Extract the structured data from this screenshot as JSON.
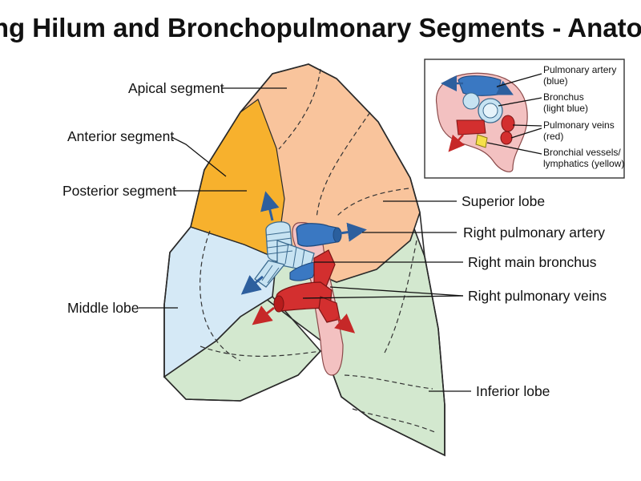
{
  "title": "Lung Hilum and Bronchopulmonary Segments - Anatomy",
  "labels": {
    "apical_segment": "Apical segment",
    "anterior_segment": "Anterior segment",
    "posterior_segment": "Posterior segment",
    "middle_lobe": "Middle lobe",
    "superior_lobe": "Superior lobe",
    "right_pulmonary_artery": "Right pulmonary artery",
    "right_main_bronchus": "Right main bronchus",
    "right_pulmonary_veins": "Right pulmonary veins",
    "inferior_lobe": "Inferior lobe"
  },
  "inset": {
    "pulmonary_artery": [
      "Pulmonary artery",
      "(blue)"
    ],
    "bronchus": [
      "Bronchus",
      "(light blue)"
    ],
    "pulmonary_veins": [
      "Pulmonary veins",
      "(red)"
    ],
    "bronchial_vessels": [
      "Bronchial vessels/",
      "lymphatics (yellow)"
    ]
  },
  "colors": {
    "superior_lobe": "#f9c49c",
    "posterior_segment": "#f7b12d",
    "middle_lobe": "#d5e9f6",
    "inferior_lobe": "#d3e8cf",
    "pulmonary_artery": "#3a78c2",
    "bronchus": "#c7e3f2",
    "pulmonary_veins": "#d32f2f",
    "bronchial_vessels": "#f5e04a",
    "hilum_pink": "#f3c1c1"
  }
}
